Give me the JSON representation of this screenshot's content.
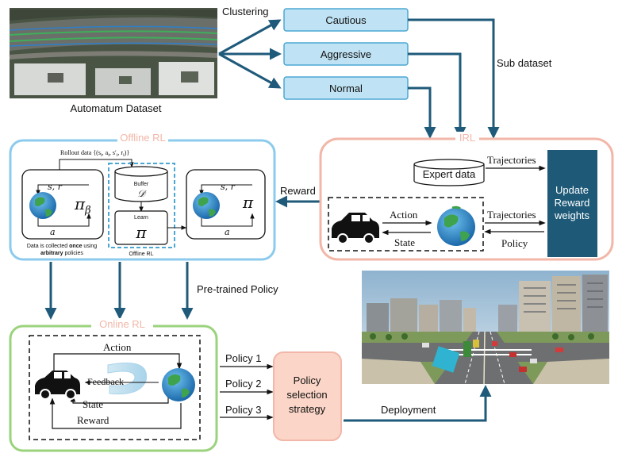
{
  "colors": {
    "arrow": "#1f5a7a",
    "category_fill": "#bfe3f4",
    "category_border": "#4ba7d4",
    "offline_border": "#8ccbed",
    "irl_border": "#f2b7a8",
    "online_border": "#9bd37c",
    "policy_sel_fill": "#fbd6c8",
    "update_box": "#1e5a78",
    "faded_title": "#f2b7a8"
  },
  "top": {
    "clustering": "Clustering",
    "dataset_label": "Automatum Dataset",
    "categories": [
      "Cautious",
      "Aggressive",
      "Normal"
    ],
    "sub_dataset": "Sub dataset"
  },
  "offline": {
    "title": "Offline RL",
    "rollout": "Rollout data {(s",
    "rollout_sub": "i",
    "rollout_rest": ", a",
    "rollout_tail": ", s′",
    "rollout_end": ", r",
    "rollout_close": ")}",
    "buffer": "Buffer",
    "buffer_symbol": "𝒟",
    "learn": "Learn",
    "pi": "π",
    "pi_beta": "π",
    "beta": "β",
    "sr": "s, r",
    "a": "a",
    "caption_1": "Data is collected ",
    "caption_1_bold": "once",
    "caption_1_tail": " using",
    "caption_2_bold": "arbitrary",
    "caption_2_tail": " policies",
    "buffer_caption": "Offline RL",
    "reward": "Reward"
  },
  "irl": {
    "title": "IRL",
    "expert": "Expert data",
    "trajectories_1": "Trajectories",
    "trajectories_2": "Trajectories",
    "policy": "Policy",
    "action": "Action",
    "state": "State",
    "update_1": "Update",
    "update_2": "Reward",
    "update_3": "weights"
  },
  "middle": {
    "pretrained": "Pre-trained Policy"
  },
  "online": {
    "title": "Online RL",
    "action": "Action",
    "feedback": "Feedback",
    "state": "State",
    "reward": "Reward",
    "policies": [
      "Policy 1",
      "Policy 2",
      "Policy 3"
    ],
    "selection_1": "Policy",
    "selection_2": "selection",
    "selection_3": "strategy",
    "deployment": "Deployment"
  }
}
